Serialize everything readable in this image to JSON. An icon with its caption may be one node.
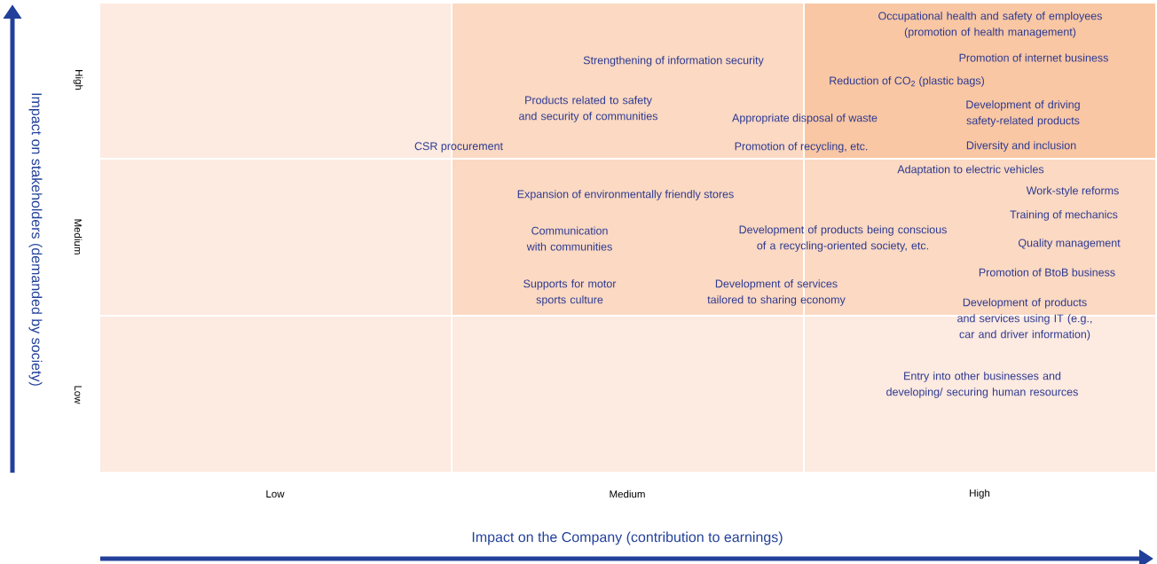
{
  "diagram": {
    "labels": [
      "Impact on stakeholders (demanded by society)",
      "High",
      "Medium",
      "Low",
      "Occupational health and safety of employees (promotion of health management)",
      "Strengthening of information security",
      "Promotion of internet business",
      "Reduction of CO$_{2}$ (plastic bags)",
      "Products related to safety and security of communities",
      "Appropriate disposal of waste",
      "Development of driving safety-related products",
      "CSR procurement",
      "Promotion of recycling, etc.",
      "Diversity and inclusion",
      "Adaptation to electric vehicles",
      "Expansion of environmentally friendly stores",
      "Work-style reforms",
      "Training of mechanics",
      "Communication with communities",
      "Development of products being conscious of a recycling-oriented society, etc.",
      "Quality management",
      "Promotion of BtoB business",
      "Supports for motor sports culture",
      "Development of services tailored to sharing economy",
      "Development of products and services using IT (e.g., car and driver information)",
      "Entry into other businesses and developing/ securing human resources",
      "Low",
      "Medium",
      "High",
      "Impact on the Company (contribution to earnings)"
    ]
  }
}
